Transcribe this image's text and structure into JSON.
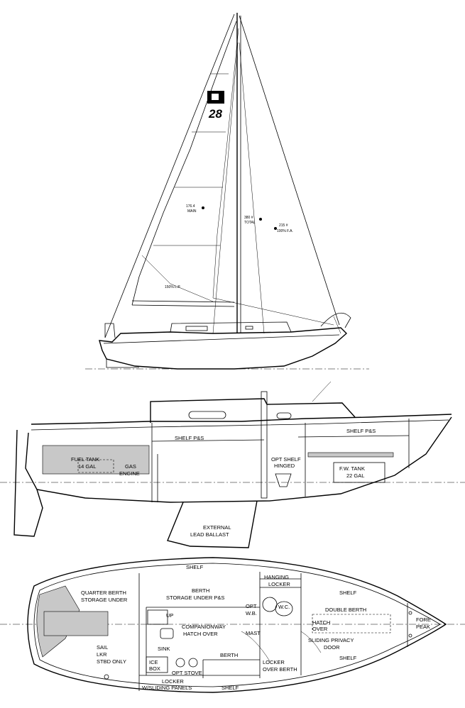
{
  "sail_plan": {
    "sail_number": "28",
    "labels": {
      "main_area": "176.4",
      "main_sub": "MAIN",
      "total_area": "380 #",
      "total_sub": "TOTAL",
      "fore_area": "215 #",
      "fore_sub": "100% F.A.",
      "genoa": "150% L.P."
    }
  },
  "profile": {
    "labels": {
      "shelf_ps_fwd": "SHELF P&S",
      "shelf_ps_aft": "SHELF P&S",
      "fuel_tank": "FUEL TANK",
      "fuel_tank_cap": "14 GAL",
      "gas": "GAS",
      "engine": "ENGINE",
      "opt_shelf": "OPT SHELF",
      "hinged": "HINGED",
      "fw_tank": "F.W. TANK",
      "fw_cap": "22 GAL",
      "external": "EXTERNAL",
      "lead_ballast": "LEAD BALLAST"
    }
  },
  "plan": {
    "labels": {
      "shelf_top": "SHELF",
      "hanging": "HANGING",
      "locker": "LOCKER",
      "shelf_fwd_top": "SHELF",
      "quarter_berth": "QUARTER BERTH",
      "storage_under": "STORAGE UNDER",
      "berth": "BERTH",
      "storage_under_ps": "STORAGE UNDER P&S",
      "opt": "OPT",
      "wb": "W.B.",
      "wc": "W.C.",
      "double_berth": "DOUBLE BERTH",
      "up": "UP",
      "companionway": "COMPANIONWAY",
      "hatch_over": "HATCH OVER",
      "mast": "MAST",
      "hatch": "HATCH",
      "over": "OVER",
      "fore": "FORE",
      "peak": "PEAK",
      "sliding_privacy": "SLIDING PRIVACY",
      "door": "DOOR",
      "sail": "SAIL",
      "lkr": "LKR",
      "stbd_only": "STBD ONLY",
      "sink": "SINK",
      "ice": "ICE",
      "box": "BOX",
      "opt_stove": "OPT STOVE",
      "berth_stbd": "BERTH",
      "locker_over": "LOCKER",
      "over_berth": "OVER BERTH",
      "shelf_fwd_bot": "SHELF",
      "locker_sliding": "LOCKER",
      "w_sliding": "W/SLIDING PANELS",
      "shelf_bot": "SHELF"
    }
  }
}
